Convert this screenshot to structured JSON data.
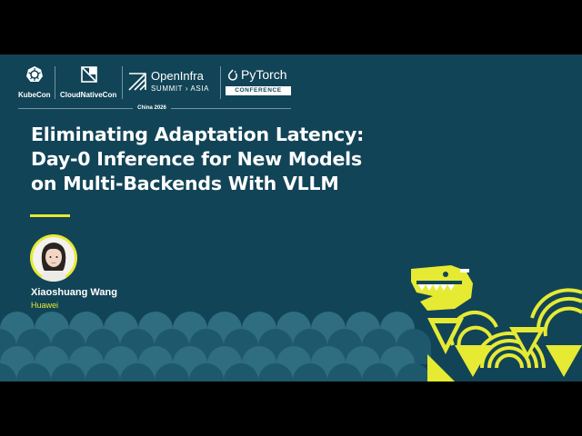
{
  "event": {
    "kubecon": "KubeCon",
    "cloudnativecon": "CloudNativeCon",
    "openinfra_name": "OpenInfra",
    "openinfra_sub": "SUMMIT › ASIA",
    "pytorch_name": "PyTorch",
    "pytorch_sub": "CONFERENCE",
    "edition": "China 2026"
  },
  "talk": {
    "title_lines": [
      "Eliminating Adaptation Latency:",
      "Day-0 Inference for New Models",
      "on Multi-Backends With VLLM"
    ]
  },
  "speaker": {
    "name": "Xiaoshuang Wang",
    "company": "Huawei"
  },
  "colors": {
    "background": "#124457",
    "accent": "#e6ea33",
    "wave_light": "#2f6d80",
    "wave_dark": "#1e586c"
  },
  "icons": [
    "kubernetes-icon",
    "cncf-icon",
    "openinfra-icon",
    "pytorch-icon",
    "dragon-illustration"
  ]
}
